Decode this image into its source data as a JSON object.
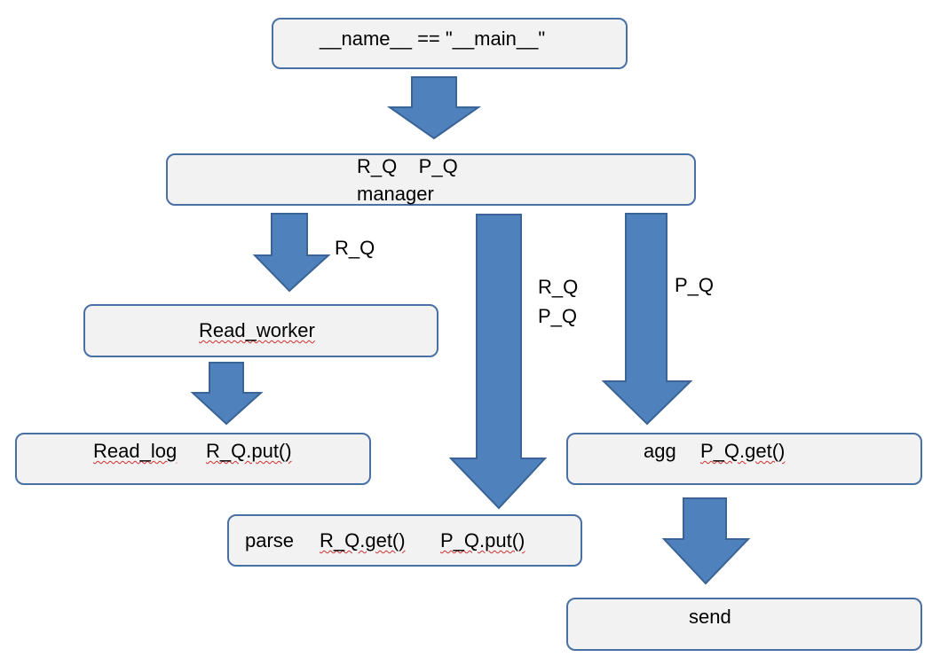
{
  "nodes": {
    "main_check": "__name__ == \"__main__\"",
    "manager_queues": "R_Q    P_Q",
    "manager_label": "manager",
    "read_worker": "Read_worker",
    "read_log_name": "Read_log",
    "read_log_call": "R_Q.put()",
    "parse_name": "parse",
    "parse_get": "R_Q.get()",
    "parse_put": "P_Q.put()",
    "agg_name": "agg",
    "agg_call": "P_Q.get()",
    "send": "send"
  },
  "edges": {
    "to_read_worker": "R_Q",
    "to_parse_line1": "R_Q",
    "to_parse_line2": "P_Q",
    "to_agg": "P_Q"
  },
  "colors": {
    "arrow_fill": "#4f81bd",
    "box_fill": "#f2f2f2",
    "box_border": "#4a6fa5"
  }
}
